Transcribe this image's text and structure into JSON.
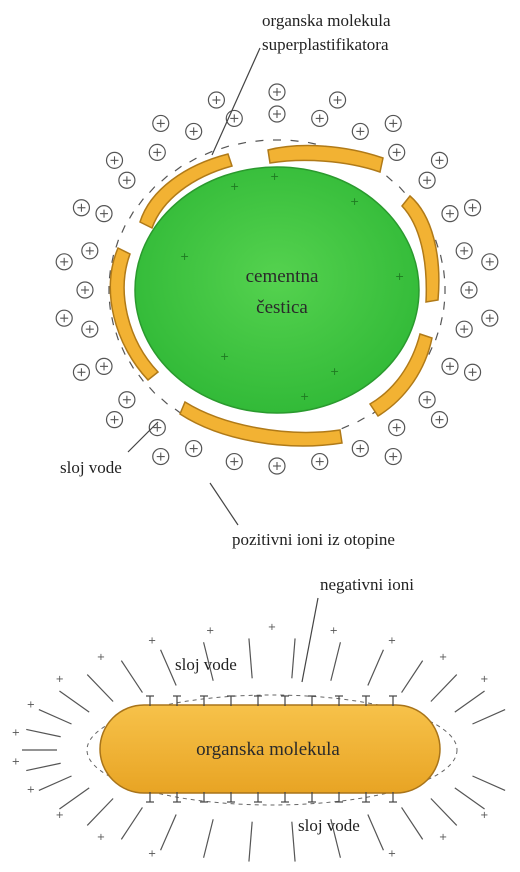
{
  "top_diagram": {
    "label_superplasticizer_line1": "organska molekula",
    "label_superplasticizer_line2": "superplastifikatora",
    "particle_line1": "cementna",
    "particle_line2": "čestica",
    "label_water_layer": "sloj vode",
    "label_positive_ions": "pozitivni ioni iz otopine"
  },
  "bottom_diagram": {
    "label_negative_ions": "negativni ioni",
    "label_water_layer_top": "sloj vode",
    "molecule_label": "organska molekula",
    "label_water_layer_bottom": "sloj vode"
  },
  "colors": {
    "particle_green": "#3cc43c",
    "molecule_orange": "#f2b233",
    "ion_outline": "#555555",
    "ink": "#333333"
  }
}
